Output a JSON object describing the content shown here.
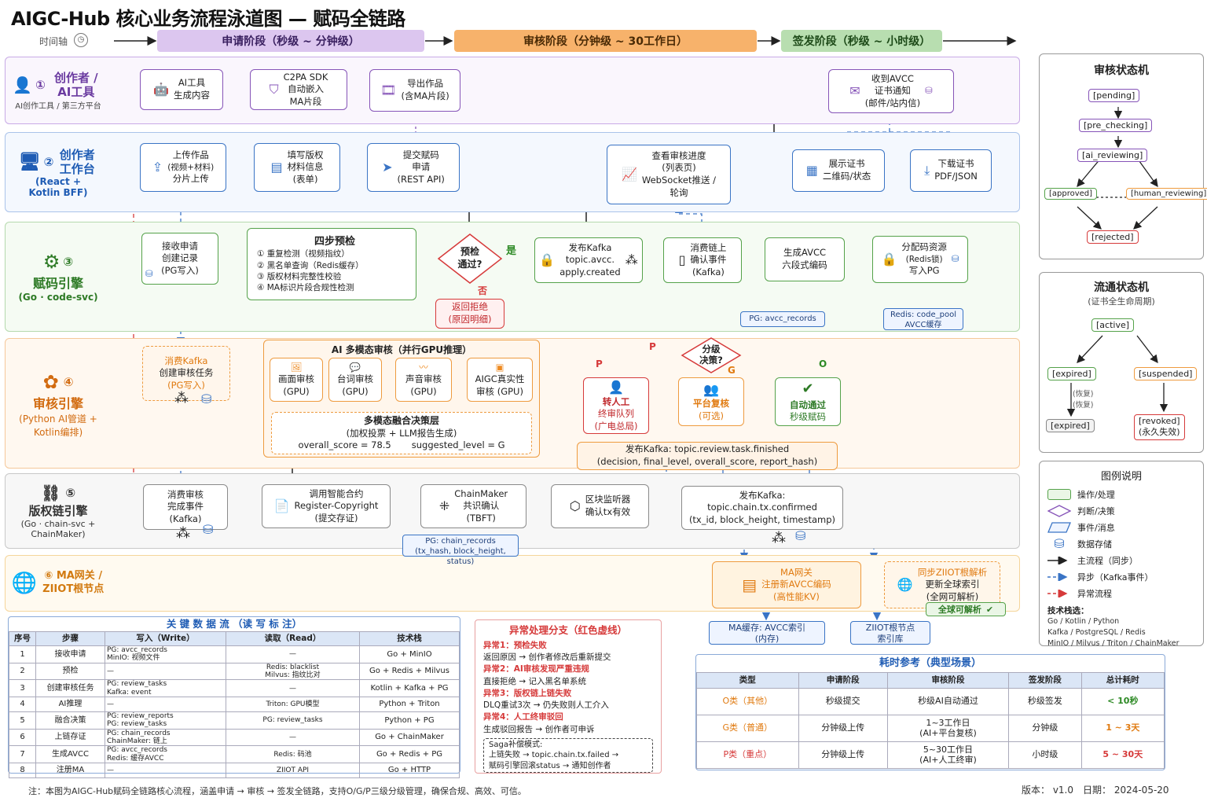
{
  "title": "AIGC-Hub 核心业务流程泳道图 — 赋码全链路",
  "timeline": {
    "label": "时间轴",
    "phases": [
      "申请阶段（秒级 ~ 分钟级）",
      "审核阶段（分钟级 ~ 30工作日）",
      "签发阶段（秒级 ~ 小时级）"
    ]
  },
  "colors": {
    "creator": "#8654b8",
    "workbench": "#3a74c5",
    "engine": "#55a24a",
    "review": "#ee9b3f",
    "chain": "#8a8a8a",
    "gateway": "#f2a43a",
    "exception": "#d63a3a"
  },
  "lanes": {
    "l1": {
      "num": "①",
      "name": "创作者 / AI工具",
      "sub": "AI创作工具 / 第三方平台"
    },
    "l2": {
      "num": "②",
      "name": "创作者 工作台",
      "sub": "(React + Kotlin BFF)"
    },
    "l3": {
      "num": "③",
      "name": "赋码引擎",
      "sub": "(Go · code-svc)"
    },
    "l4": {
      "num": "④",
      "name": "审核引擎",
      "sub": "(Python AI管道 + Kotlin编排)"
    },
    "l5": {
      "num": "⑤",
      "name": "版权链引擎",
      "sub": "(Go · chain-svc + ChainMaker)"
    },
    "l6": {
      "num": "⑥",
      "name": "MA网关 / ZIIOT根节点"
    }
  },
  "n": {
    "ai_tool": [
      "AI工具",
      "生成内容"
    ],
    "c2pa": [
      "C2PA SDK",
      "自动嵌入",
      "MA片段"
    ],
    "export": [
      "导出作品",
      "(含MA片段)"
    ],
    "recv": [
      "收到AVCC",
      "证书通知",
      "(邮件/站内信)"
    ],
    "upload": [
      "上传作品",
      "(视频+材料)",
      "分片上传"
    ],
    "fill": [
      "填写版权",
      "材料信息",
      "(表单)"
    ],
    "submit": [
      "提交赋码",
      "申请",
      "(REST API)"
    ],
    "progress": [
      "查看审核进度",
      "(列表页)",
      "WebSocket推送 /",
      "轮询"
    ],
    "show": [
      "展示证书",
      "二维码/状态"
    ],
    "download": [
      "下载证书",
      "PDF/JSON"
    ],
    "recv_app": [
      "接收申请",
      "创建记录",
      "(PG写入)"
    ],
    "precheck_title": "四步预检",
    "precheck_items": [
      "① 重复检测（视频指纹）",
      "② 黑名单查询（Redis缓存）",
      "③ 版权材料完整性校验",
      "④ MA标识片段合规性检测"
    ],
    "diamond": [
      "预检",
      "通过?"
    ],
    "yes": "是",
    "no": "否",
    "reject": [
      "返回拒绝",
      "(原因明细)"
    ],
    "kafka_pub": [
      "发布Kafka",
      "topic.avcc.",
      "apply.created"
    ],
    "consume": [
      "消费链上",
      "确认事件",
      "(Kafka)"
    ],
    "gen": [
      "生成AVCC",
      "六段式编码"
    ],
    "alloc": [
      "分配码资源",
      "(Redis锁)",
      "写入PG"
    ],
    "pg_avcc": "PG: avcc_records",
    "redis_pool": [
      "Redis: code_pool",
      "AVCC缓存"
    ],
    "consume_k": [
      "消费Kafka",
      "创建审核任务",
      "(PG写入)"
    ],
    "ai_title": "AI 多模态审核（并行GPU推理）",
    "ai_sub": [
      [
        "画面审核",
        "(GPU)"
      ],
      [
        "台词审核",
        "(GPU)"
      ],
      [
        "声音审核",
        "(GPU)"
      ],
      [
        "AIGC真实性",
        "审核 (GPU)"
      ]
    ],
    "fusion": [
      "多模态融合决策层",
      "(加权投票 + LLM报告生成)"
    ],
    "score": "overall_score = 78.5",
    "level": "suggested_level = G",
    "decide": [
      "分级",
      "决策?"
    ],
    "P": "P",
    "G": "G",
    "O": "O",
    "manual": [
      "转人工",
      "终审队列",
      "(广电总局)"
    ],
    "platform": [
      "平台复核",
      "(可选)"
    ],
    "auto": [
      "自动通过",
      "秒级赋码"
    ],
    "pub_review": [
      "发布Kafka:   topic.review.task.finished",
      "(decision, final_level, overall_score, report_hash)"
    ],
    "consume_done": [
      "消费审核",
      "完成事件",
      "(Kafka)"
    ],
    "contract": [
      "调用智能合约",
      "Register-Copyright",
      "(提交存证)"
    ],
    "consensus": [
      "ChainMaker",
      "共识确认",
      "(TBFT)"
    ],
    "listener": [
      "区块监听器",
      "确认tx有效"
    ],
    "pub_chain": [
      "发布Kafka:",
      "topic.chain.tx.confirmed",
      "(tx_id, block_height, timestamp)"
    ],
    "pg_chain": [
      "PG: chain_records",
      "(tx_hash, block_height, status)"
    ],
    "ma": [
      "MA网关",
      "注册新AVCC编码",
      "(高性能KV)"
    ],
    "sync": [
      "同步ZIIOT根解析",
      "更新全球索引",
      "(全网可解析)"
    ],
    "global": "全球可解析",
    "ma_cache": [
      "MA缓存: AVCC索引",
      "(内存)"
    ],
    "ziiot": [
      "ZIIOT根节点",
      "索引库"
    ]
  },
  "review_sm": {
    "title": "审核状态机",
    "states": [
      "[pending]",
      "[pre_checking]",
      "[ai_reviewing]",
      "[approved]",
      "[human_reviewing]",
      "[rejected]"
    ]
  },
  "flow_sm": {
    "title": "流通状态机",
    "sub": "(证书全生命周期)",
    "states": [
      "[active]",
      "[expired]",
      "[suspended]",
      "[expired]",
      "[revoked]",
      "(永久失效)"
    ],
    "notes": [
      "(恢复)",
      "(恢复)"
    ]
  },
  "legend": {
    "title": "图例说明",
    "items": [
      "操作/处理",
      "判断/决策",
      "事件/消息",
      "数据存储",
      "主流程（同步）",
      "异步（Kafka事件）",
      "异常流程"
    ],
    "tech_title": "技术栈选：",
    "tech": [
      "Go / Kotlin / Python",
      "Kafka / PostgreSQL / Redis",
      "MinIO / Milvus / Triton / ChainMaker"
    ]
  },
  "dataflow": {
    "title": "关 键 数 据 流 （读 写 标 注）",
    "headers": [
      "序号",
      "步骤",
      "写入（Write）",
      "读取（Read）",
      "技术栈"
    ],
    "rows": [
      [
        "1",
        "接收申请",
        "PG: avcc_records\nMinIO: 视频文件",
        "—",
        "Go + MinIO"
      ],
      [
        "2",
        "预检",
        "—",
        "Redis: blacklist\nMilvus: 指纹比对",
        "Go + Redis + Milvus"
      ],
      [
        "3",
        "创建审核任务",
        "PG: review_tasks\nKafka: event",
        "—",
        "Kotlin + Kafka + PG"
      ],
      [
        "4",
        "AI推理",
        "—",
        "Triton: GPU模型",
        "Python + Triton"
      ],
      [
        "5",
        "融合决策",
        "PG: review_reports\nPG: review_tasks",
        "PG: review_tasks",
        "Python + PG"
      ],
      [
        "6",
        "上链存证",
        "PG: chain_records\nChainMaker: 链上",
        "—",
        "Go + ChainMaker"
      ],
      [
        "7",
        "生成AVCC",
        "PG: avcc_records\nRedis: 缓存AVCC",
        "Redis: 码池",
        "Go + Redis + PG"
      ],
      [
        "8",
        "注册MA",
        "—",
        "ZIIOT API",
        "Go + HTTP"
      ]
    ]
  },
  "exceptions": {
    "title": "异常处理分支（红色虚线）",
    "items": [
      [
        "异常1：预检失败",
        "返回原因 → 创作者修改后重新提交"
      ],
      [
        "异常2：AI审核发现严重违规",
        "直接拒绝 → 记入黑名单系统"
      ],
      [
        "异常3：版权链上链失败",
        "DLQ重试3次 → 仍失败则人工介入"
      ],
      [
        "异常4：人工终审驳回",
        "生成驳回报告 → 创作者可申诉"
      ]
    ],
    "saga": [
      "Saga补偿模式:",
      "上链失败 → topic.chain.tx.failed →",
      "赋码引擎回滚status → 通知创作者"
    ]
  },
  "timing": {
    "title": "耗时参考（典型场景）",
    "headers": [
      "类型",
      "申请阶段",
      "审核阶段",
      "签发阶段",
      "总计耗时"
    ],
    "rows": [
      [
        "O类（其他）",
        "秒级提交",
        "秒级AI自动通过",
        "秒级签发",
        "< 10秒"
      ],
      [
        "G类（普通）",
        "分钟级上传",
        "1~3工作日\n(AI+平台复核)",
        "分钟级",
        "1 ~ 3天"
      ],
      [
        "P类（重点）",
        "分钟级上传",
        "5~30工作日\n(AI+人工终审)",
        "小时级",
        "5 ~ 30天"
      ]
    ]
  },
  "footer": {
    "note": "注：本图为AIGC-Hub赋码全链路核心流程，涵盖申请 → 审核 → 签发全链路，支持O/G/P三级分级管理，确保合规、高效、可信。",
    "version": "版本：  v1.0",
    "date": "日期：  2024-05-20"
  }
}
